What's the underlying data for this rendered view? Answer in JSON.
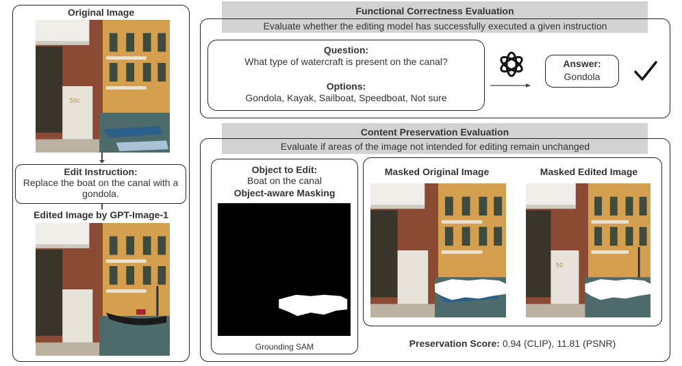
{
  "left": {
    "original_title": "Original Image",
    "instruction_title": "Edit Instruction:",
    "instruction_text": "Replace the boat on the canal with a gondola.",
    "edited_title": "Edited Image by GPT-Image-1",
    "original_wall_text": "50c"
  },
  "functional": {
    "title": "Functional Correctness  Evaluation",
    "subtitle": "Evaluate whether the editing model has successfully executed a given instruction",
    "question_title": "Question:",
    "question_text": "What type of watercraft is present on the canal?",
    "options_title": "Options:",
    "options_text": "Gondola, Kayak, Sailboat, Speedboat, Not sure",
    "answer_title": "Answer:",
    "answer_text": "Gondola",
    "openai_icon": "openai-logo-icon",
    "check_icon": "checkmark-icon"
  },
  "preservation": {
    "title": "Content Preservation Evaluation",
    "subtitle": "Evaluate if areas of the image not intended for editing remain unchanged",
    "object_title": "Object to Edit:",
    "object_text": "Boat on the canal",
    "masking_title": "Object-aware Masking",
    "sam_label": "Grounding SAM",
    "masked_original_title": "Masked Original Image",
    "masked_edited_title": "Masked Edited Image",
    "score_label": "Preservation Score:",
    "score_value": "0.94 (CLIP), 11.81 (PSNR)",
    "masked_edited_door_number": "50"
  },
  "colors": {
    "border": "#222222",
    "banner": "#d2d2d2",
    "text": "#333333",
    "mask": "#000000"
  }
}
